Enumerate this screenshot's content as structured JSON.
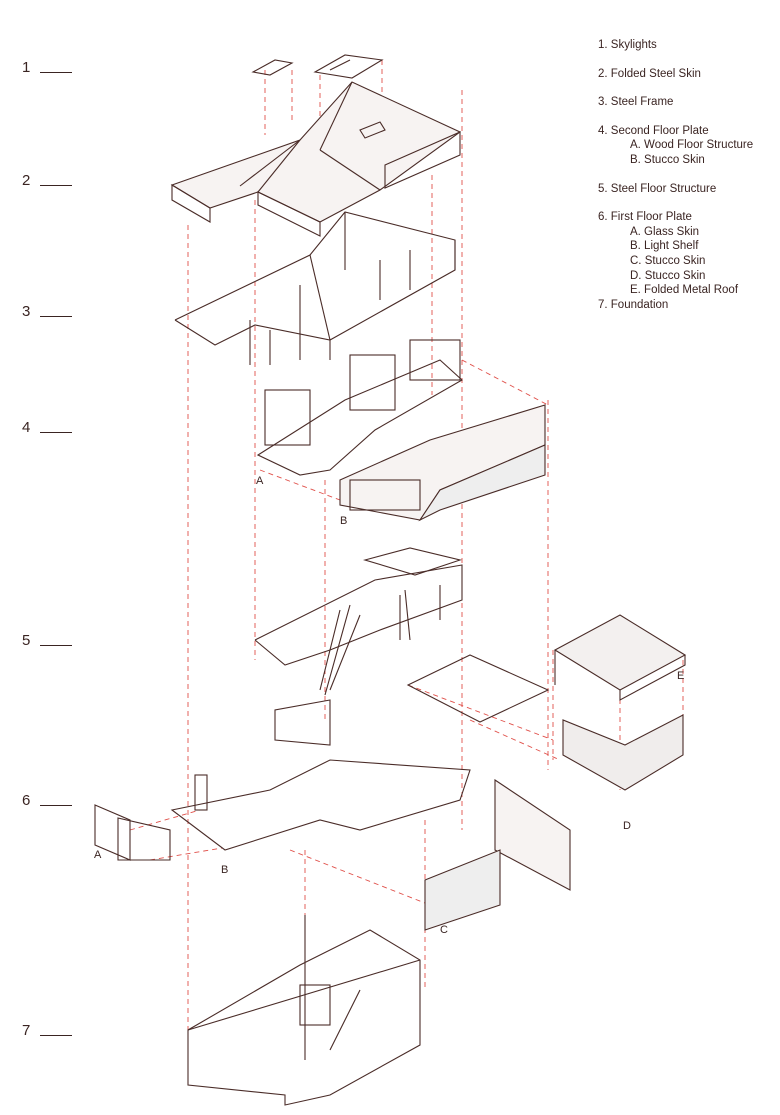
{
  "levels": [
    "1",
    "2",
    "3",
    "4",
    "5",
    "6",
    "7"
  ],
  "legend": [
    {
      "label": "1. Skylights",
      "subs": []
    },
    {
      "label": "2. Folded Steel Skin",
      "subs": []
    },
    {
      "label": "3. Steel Frame",
      "subs": []
    },
    {
      "label": "4. Second Floor Plate",
      "subs": [
        "A. Wood Floor Structure",
        "B. Stucco Skin"
      ]
    },
    {
      "label": "5. Steel Floor Structure",
      "subs": []
    },
    {
      "label": "6. First Floor Plate",
      "subs": [
        "A. Glass Skin",
        "B. Light Shelf",
        "C. Stucco Skin",
        "D. Stucco Skin",
        "E. Folded Metal Roof"
      ]
    },
    {
      "label": "7. Foundation",
      "subs": []
    }
  ],
  "callouts": {
    "l4_a": "A",
    "l4_b": "B",
    "l6_a": "A",
    "l6_b": "B",
    "l6_c": "C",
    "l6_d": "D",
    "l6_e": "E"
  },
  "colors": {
    "line": "#4a2c28",
    "dashed": "#e0504a",
    "text": "#3a2422"
  }
}
